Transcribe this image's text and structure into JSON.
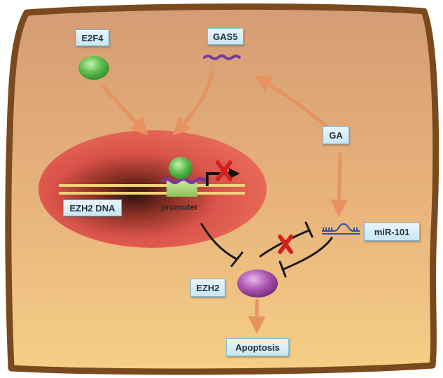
{
  "labels": {
    "e2f4": "E2F4",
    "gas5": "GAS5",
    "ga": "GA",
    "ezh2_dna": "EZH2 DNA",
    "promoter": "promoter",
    "mir101": "miR-101",
    "ezh2": "EZH2",
    "apoptosis": "Apoptosis"
  },
  "colors": {
    "cell_border": "#7a4a1e",
    "cell_fill_top": "#d9a274",
    "cell_fill_bottom": "#f4c983",
    "nucleus": "#e05a4e",
    "arrow": "#e8935f",
    "inhibition": "#1a1a1a",
    "protein_green": "#58b84a",
    "ezh2_protein": "#a24fa6",
    "gas5_rna": "#7b3a9a",
    "block_x": "#d42020"
  }
}
